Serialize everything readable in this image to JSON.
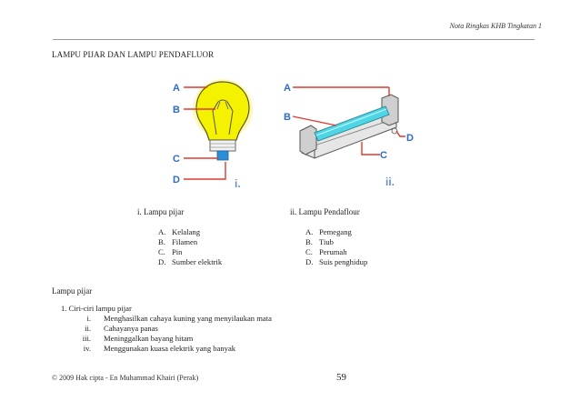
{
  "header": {
    "note": "Nota Ringkas KHB Tingkatan 1"
  },
  "title": "LAMPU PIJAR DAN LAMPU PENDAFLUOR",
  "figure": {
    "bulb_labels": [
      "A",
      "B",
      "C",
      "D"
    ],
    "bulb_numeral": "i.",
    "tube_labels": [
      "A",
      "B",
      "C",
      "D"
    ],
    "tube_numeral": "ii.",
    "colors": {
      "label_red": "#e03a2f",
      "label_blue": "#2f6cc2",
      "bulb_yellow": "#f5f200",
      "tube_cyan": "#4dd6e6",
      "holder_gray": "#c9c9c9"
    }
  },
  "captions": {
    "left": "i. Lampu pijar",
    "right": "ii. Lampu Pendaflour"
  },
  "parts_left": [
    {
      "k": "A.",
      "v": "Kelalang"
    },
    {
      "k": "B.",
      "v": "Filamen"
    },
    {
      "k": "C.",
      "v": "Pin"
    },
    {
      "k": "D.",
      "v": "Sumber elektrik"
    }
  ],
  "parts_right": [
    {
      "k": "A.",
      "v": "Pemegang"
    },
    {
      "k": "B.",
      "v": "Tiub"
    },
    {
      "k": "C.",
      "v": "Perumah"
    },
    {
      "k": "D.",
      "v": "Suis penghidup"
    }
  ],
  "section": {
    "title": "Lampu pijar",
    "list_head": "1.  Ciri-ciri lampu pijar",
    "features": [
      {
        "n": "i.",
        "t": "Menghasilkan cahaya kuning yang menyilaukan mata"
      },
      {
        "n": "ii.",
        "t": "Cahayanya panas"
      },
      {
        "n": "iii.",
        "t": "Meninggalkan bayang hitam"
      },
      {
        "n": "iv.",
        "t": "Menggunakan kuasa elektrik yang banyak"
      }
    ]
  },
  "footer": {
    "copyright": "© 2009 Hak cipta - En Muhammad Khairi (Perak)",
    "page": "59"
  }
}
